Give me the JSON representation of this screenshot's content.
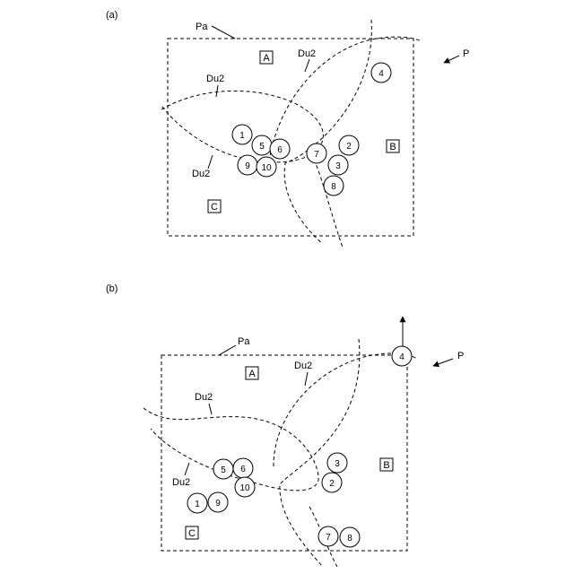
{
  "panels": [
    {
      "caption": "(a)",
      "plane_label": "Pa",
      "point_label": "P",
      "region_labels": [
        "A",
        "B",
        "C"
      ],
      "arc_labels": [
        "Du2",
        "Du2",
        "Du2"
      ],
      "nodes": [
        "1",
        "2",
        "3",
        "4",
        "5",
        "6",
        "7",
        "8",
        "9",
        "10"
      ]
    },
    {
      "caption": "(b)",
      "plane_label": "Pa",
      "point_label": "P",
      "region_labels": [
        "A",
        "B",
        "C"
      ],
      "arc_labels": [
        "Du2",
        "Du2",
        "Du2"
      ],
      "nodes": [
        "1",
        "2",
        "3",
        "4",
        "5",
        "6",
        "7",
        "8",
        "9",
        "10"
      ]
    }
  ]
}
